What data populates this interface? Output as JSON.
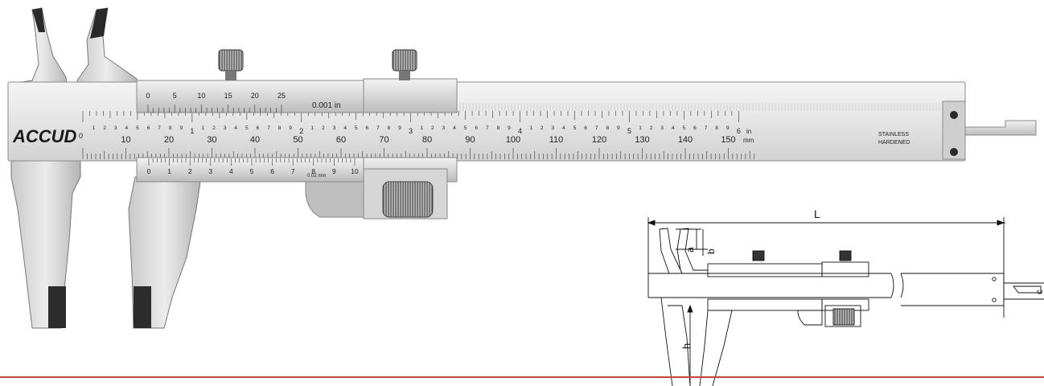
{
  "brand": {
    "logo_text": "ACCUD"
  },
  "main_scale": {
    "mm_numbers": [
      "10",
      "20",
      "30",
      "40",
      "50",
      "60",
      "70",
      "80",
      "90",
      "100",
      "110",
      "120",
      "130",
      "140",
      "150"
    ],
    "inch_major": [
      "0",
      "1",
      "2",
      "3",
      "4",
      "5",
      "6"
    ],
    "inch_minor": [
      "1",
      "2",
      "3",
      "4",
      "5",
      "6",
      "7",
      "8",
      "9"
    ],
    "inch_unit_label": "in",
    "mm_unit_label": "mm",
    "material_line1": "STAINLESS",
    "material_line2": "HARDENED",
    "zero_label": "0"
  },
  "vernier_inch": {
    "numbers": [
      "0",
      "5",
      "10",
      "15",
      "20",
      "25"
    ],
    "resolution_label": "0.001 in"
  },
  "vernier_mm": {
    "numbers": [
      "0",
      "1",
      "2",
      "3",
      "4",
      "5",
      "6",
      "7",
      "8",
      "9",
      "10"
    ],
    "resolution_label": "0.02 mm"
  },
  "diagram": {
    "dimension_L": "L",
    "dimension_a": "a",
    "dimension_b": "b",
    "dimension_c": "c",
    "dimension_h": "h"
  },
  "colors": {
    "divider_line": "#e03a32",
    "steel_light": "#e6e6e6",
    "steel_dark": "#9a9a9a"
  }
}
